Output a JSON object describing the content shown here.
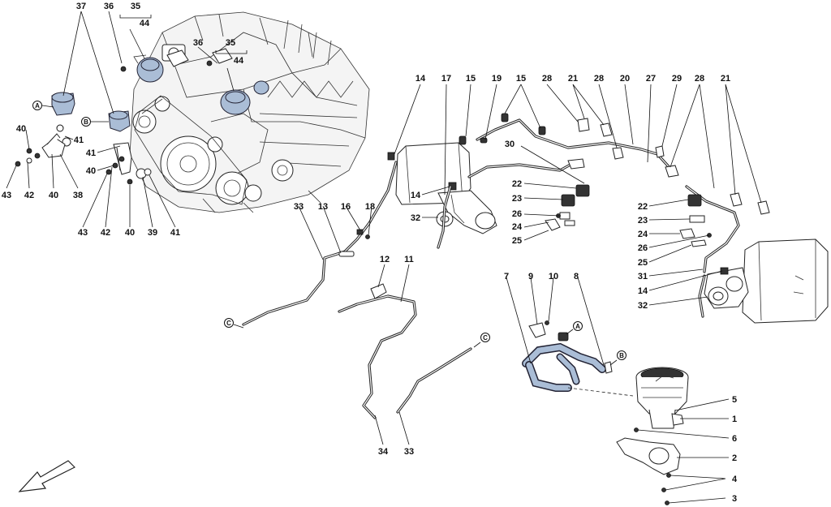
{
  "diagram": {
    "callouts": {
      "c37": "37",
      "c36a": "36",
      "c35a": "35",
      "c44a": "44",
      "c36b": "36",
      "c35b": "35",
      "c44b": "44",
      "c40a": "40",
      "c41a": "41",
      "c41b": "41",
      "c40b": "40",
      "c43a": "43",
      "c42a": "42",
      "c40c": "40",
      "c38": "38",
      "c43b": "43",
      "c42b": "42",
      "c40d": "40",
      "c39": "39",
      "c41c": "41",
      "c14a": "14",
      "c17": "17",
      "c15a": "15",
      "c19": "19",
      "c15b": "15",
      "c28a": "28",
      "c21a": "21",
      "c28b": "28",
      "c20": "20",
      "c27": "27",
      "c29": "29",
      "c28c": "28",
      "c21b": "21",
      "c30": "30",
      "c22a": "22",
      "c23a": "23",
      "c26a": "26",
      "c24a": "24",
      "c25a": "25",
      "c14b": "14",
      "c32a": "32",
      "c22b": "22",
      "c23b": "23",
      "c24b": "24",
      "c26b": "26",
      "c25b": "25",
      "c31": "31",
      "c14c": "14",
      "c32b": "32",
      "c33a": "33",
      "c13": "13",
      "c16": "16",
      "c18": "18",
      "c12": "12",
      "c11": "11",
      "c7": "7",
      "c9": "9",
      "c10": "10",
      "c8": "8",
      "c5": "5",
      "c1": "1",
      "c6": "6",
      "c2": "2",
      "c4": "4",
      "c3": "3",
      "c34": "34",
      "c33b": "33"
    },
    "connectors": {
      "A1": "A",
      "B1": "B",
      "A2": "A",
      "B2": "B",
      "C1": "C",
      "C2": "C"
    },
    "colors": {
      "highlight": "#aabdd6",
      "line": "#222222"
    }
  }
}
